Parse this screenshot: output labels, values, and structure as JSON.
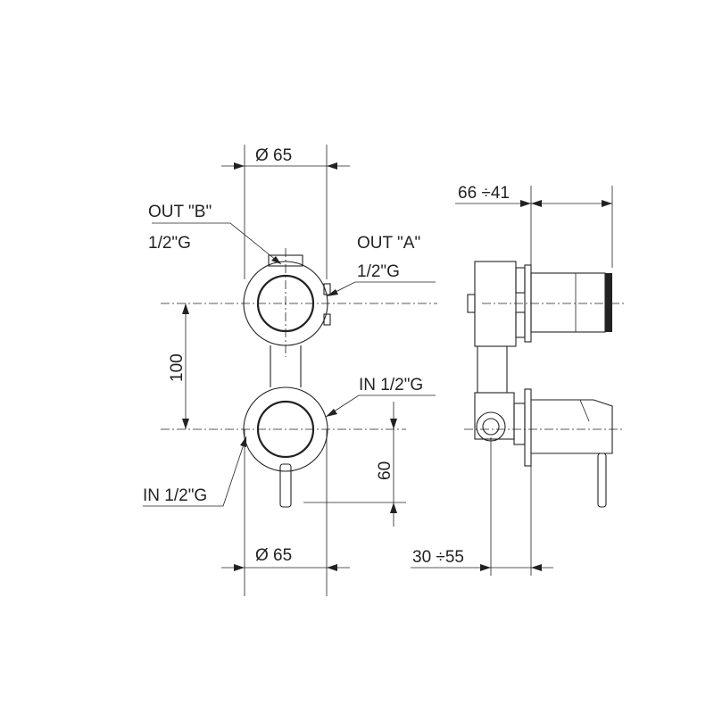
{
  "labels": {
    "dia_top": "Ø 65",
    "dia_bottom": "Ø 65",
    "out_b": "OUT \"B\"",
    "out_b_thread": "1/2\"G",
    "out_a": "OUT \"A\"",
    "out_a_thread": "1/2\"G",
    "in_right": "IN 1/2\"G",
    "in_left": "IN 1/2\"G",
    "dim_100": "100",
    "dim_60": "60",
    "depth_top": "66 ÷41",
    "depth_bottom": "30 ÷55"
  },
  "colors": {
    "line": "#222222",
    "background": "#ffffff"
  }
}
